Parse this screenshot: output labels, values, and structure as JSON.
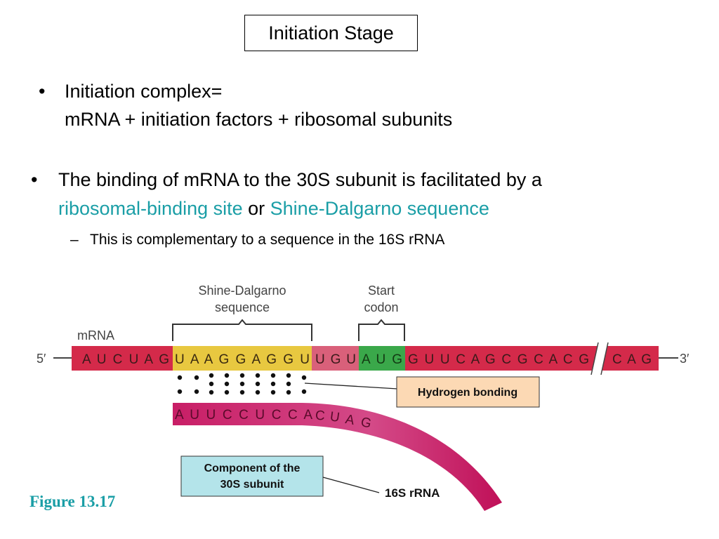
{
  "slide": {
    "title": "Initiation Stage",
    "bullet1": {
      "bullet": "•",
      "line1": "Initiation complex=",
      "line2": "mRNA + initiation factors + ribosomal subunits"
    },
    "bullet2": {
      "bullet": "•",
      "text_a": "The binding of mRNA to the 30S subunit is facilitated by a",
      "term1": "ribosomal-binding site",
      "joiner": " or ",
      "term2": "Shine-Dalgarno sequence",
      "accent_color": "#1a9ea6"
    },
    "sub_bullet": {
      "dash": "–",
      "text": "This is complementary to a sequence in the 16S rRNA"
    },
    "figure_label": "Figure 13.17"
  },
  "diagram": {
    "label_shine_dalgarno_1": "Shine-Dalgarno",
    "label_shine_dalgarno_2": "sequence",
    "label_start_1": "Start",
    "label_start_2": "codon",
    "label_mrna": "mRNA",
    "label_5prime": "5′",
    "label_3prime": "3′",
    "seg_red1": "A U C U A G",
    "seg_yellow": "U A A G G A G G U",
    "seg_pink": "U G U",
    "seg_green": "A U G",
    "seg_red2": "G U U C A G C G C A C G",
    "seg_red3": "C A G",
    "rrna_seq1": "A U U C C U C C A",
    "rrna_c": "C",
    "rrna_u": "U",
    "rrna_a": "A",
    "rrna_g": "G",
    "callout_hbond": "Hydrogen bonding",
    "callout_component_1": "Component of the",
    "callout_component_2": "30S subunit",
    "label_16s": "16S rRNA",
    "colors": {
      "red": "#d42a4a",
      "yellow": "#e8c840",
      "pink": "#d9607a",
      "green": "#3aa84a",
      "rrna": "#c82068",
      "callout_orange": "#fcd9b4",
      "callout_blue": "#b4e4ea"
    }
  }
}
